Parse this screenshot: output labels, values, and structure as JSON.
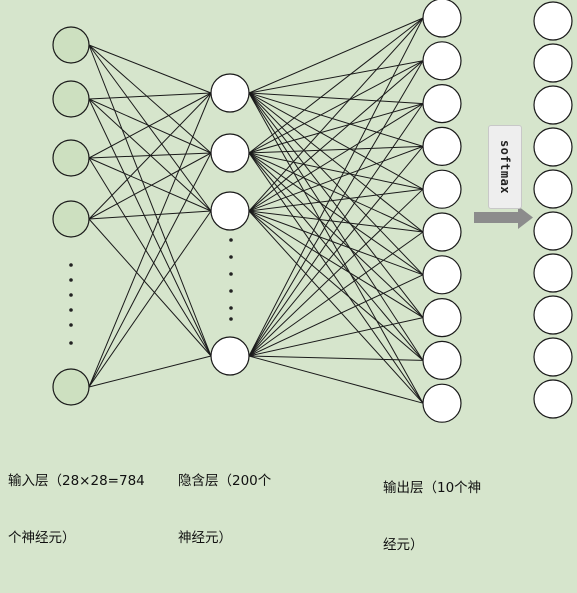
{
  "diagram": {
    "layers": [
      {
        "id": "input",
        "node_count": 5,
        "ellipsis": true,
        "node_fill": "#cde0c0",
        "caption_lines": [
          "输入层（28×28=784",
          "个神经元）"
        ]
      },
      {
        "id": "hidden",
        "node_count": 4,
        "ellipsis": true,
        "node_fill": "#ffffff",
        "caption_lines": [
          "隐含层（200个",
          "神经元）"
        ]
      },
      {
        "id": "output",
        "node_count": 10,
        "ellipsis": false,
        "node_fill": "#ffffff",
        "caption_lines": [
          "输出层（10个神",
          "经元）"
        ]
      },
      {
        "id": "softmax_out",
        "node_count": 10,
        "ellipsis": false,
        "node_fill": "#ffffff",
        "caption_lines": []
      }
    ],
    "connections": [
      "input-hidden",
      "hidden-output"
    ],
    "softmax_label": "softmax",
    "colors": {
      "background": "#d6e5cc",
      "node_stroke": "#1a1a1a",
      "edge": "#1a1a1a",
      "arrow": "#8c8c8c"
    }
  }
}
